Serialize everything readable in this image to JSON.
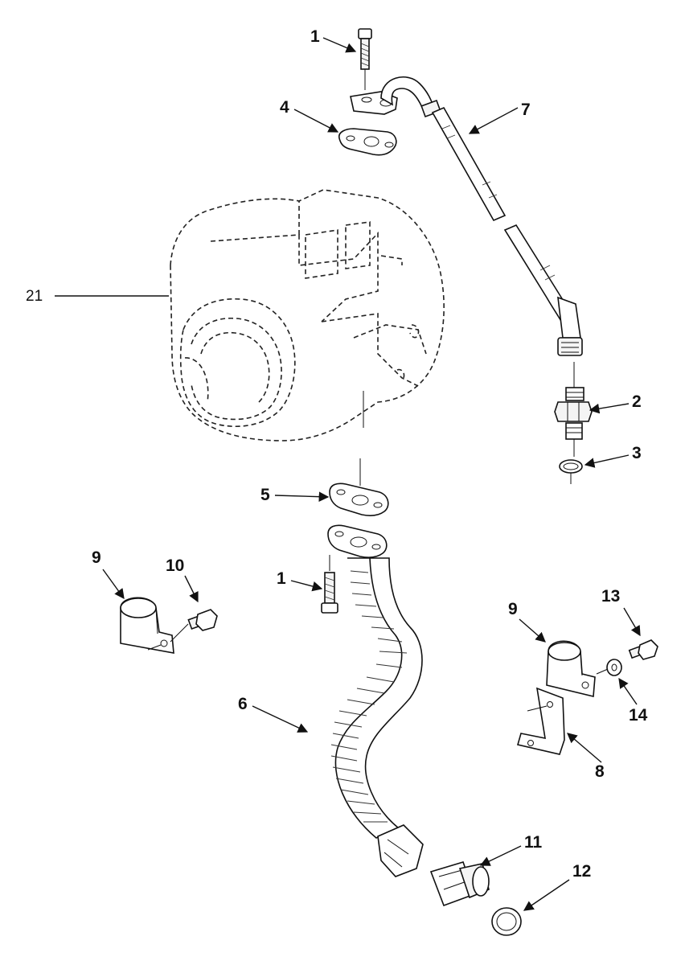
{
  "callouts": {
    "c1_top": "1",
    "c4": "4",
    "c7": "7",
    "c21": "21",
    "c2": "2",
    "c3": "3",
    "c5": "5",
    "c1_mid": "1",
    "c9_left": "9",
    "c10": "10",
    "c13": "13",
    "c9_right": "9",
    "c14": "14",
    "c6": "6",
    "c8": "8",
    "c11": "11",
    "c12": "12"
  }
}
